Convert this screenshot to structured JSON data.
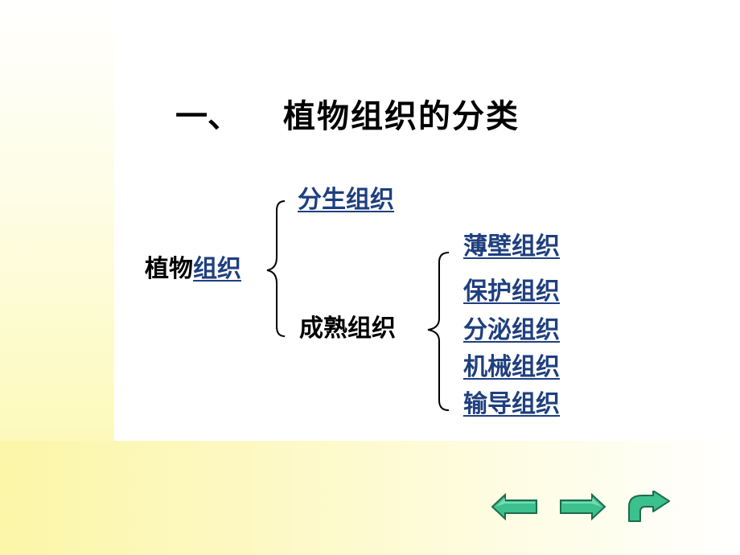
{
  "title": {
    "number": "一、",
    "text": "植物组织的分类"
  },
  "root": {
    "prefix": "植物",
    "link": "组织"
  },
  "level1": {
    "meristem": "分生组织",
    "mature": "成熟组织"
  },
  "mature_types": [
    "薄壁组织",
    "保护组织",
    "分泌组织",
    "机械组织",
    "输导组织"
  ],
  "nav": {
    "prev": "left-arrow-icon",
    "next": "right-arrow-icon",
    "return": "return-arrow-icon"
  },
  "colors": {
    "link": "#1f3f7f",
    "arrow_fill": "#3cc08e",
    "arrow_stroke": "#1e6b4d"
  }
}
